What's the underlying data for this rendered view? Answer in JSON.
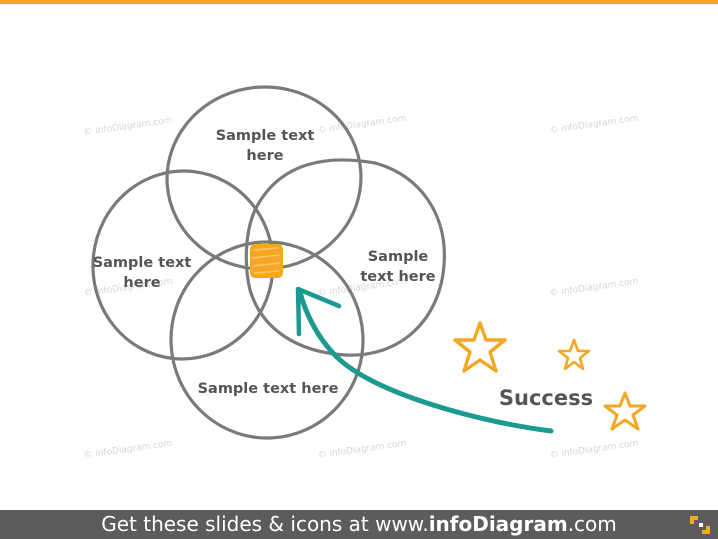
{
  "colors": {
    "accent": "#f5a623",
    "teal": "#1a9a90",
    "circle_stroke": "#7a7a7a",
    "label_text": "#555555",
    "footer_bg": "#5c5c5c",
    "watermark": "#d6d6d6"
  },
  "watermark_text": "© infoDiagram.com",
  "venn": {
    "top_label": [
      "Sample text",
      "here"
    ],
    "left_label": [
      "Sample text",
      "here"
    ],
    "right_label": [
      "Sample",
      "text here"
    ],
    "bottom_label": "Sample text here"
  },
  "success": {
    "label": "Success",
    "star_count": 3,
    "arrow_icon": "curved-arrow-icon",
    "star_icon": "star-outline-icon"
  },
  "footer": {
    "prefix": "Get these slides & icons at www.",
    "brand": "infoDiagram",
    "suffix": ".com",
    "logo_icon": "infodiagram-logo-icon"
  }
}
